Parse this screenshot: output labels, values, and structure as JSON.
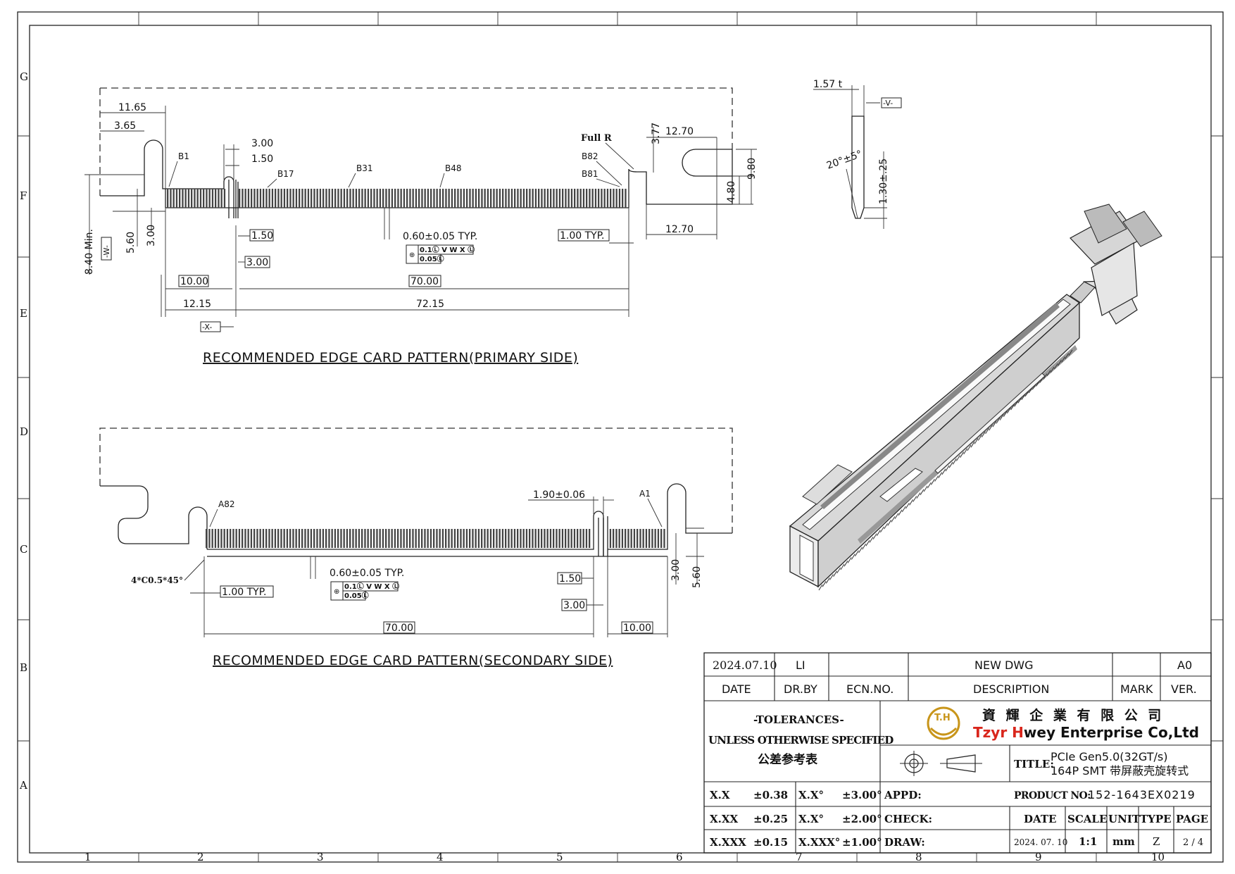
{
  "border": {
    "columns": [
      "1",
      "2",
      "3",
      "4",
      "5",
      "6",
      "7",
      "8",
      "9",
      "10"
    ],
    "rows": [
      "G",
      "F",
      "E",
      "D",
      "C",
      "B",
      "A"
    ]
  },
  "primary": {
    "title": "RECOMMENDED EDGE CARD PATTERN(PRIMARY SIDE)",
    "dims": {
      "d1165": "11.65",
      "d365": "3.65",
      "d300a": "3.00",
      "d150a": "1.50",
      "b1": "B1",
      "b17": "B17",
      "b31": "B31",
      "b48": "B48",
      "b82": "B82",
      "b81": "B81",
      "fullr": "Full  R",
      "d377": "3.77",
      "d1270a": "12.70",
      "d1270b": "12.70",
      "d480": "4.80",
      "d980": "9.80",
      "d840": "8.40  Min.",
      "datum_w": "-W-",
      "d560": "5.60",
      "d300b": "3.00",
      "d150b": "1.50",
      "d300c": "3.00",
      "pitch": "0.60±0.05  TYP.",
      "d100typ": "1.00  TYP.",
      "gtol1": "0.1Ⓛ V W X Ⓛ",
      "gtol2": "0.05Ⓛ",
      "d1000": "10.00",
      "d7000": "70.00",
      "d1215": "12.15",
      "d7215": "72.15",
      "datum_x": "-X-"
    }
  },
  "side": {
    "d157": "1.57  t",
    "datum_v": "-V-",
    "angle": "20°±5°",
    "d130": "1.30±.25"
  },
  "secondary": {
    "title": "RECOMMENDED EDGE CARD PATTERN(SECONDARY SIDE)",
    "dims": {
      "a82": "A82",
      "a1": "A1",
      "d190": "1.90±0.06",
      "chamfer": "4*C0.5*45°",
      "pitch": "0.60±0.05  TYP.",
      "d100typ": "1.00  TYP.",
      "d150": "1.50",
      "d300": "3.00",
      "d300v": "3.00",
      "d560v": "5.60",
      "d7000": "70.00",
      "d1000": "10.00",
      "gtol1": "0.1Ⓛ V W X Ⓛ",
      "gtol2": "0.05Ⓛ"
    }
  },
  "title_block": {
    "rev_date": "2024.07.10",
    "rev_by": "LI",
    "rev_desc": "NEW  DWG",
    "rev_ver": "A0",
    "h_date": "DATE",
    "h_drby": "DR.BY",
    "h_ecn": "ECN.NO.",
    "h_desc": "DESCRIPTION",
    "h_mark": "MARK",
    "h_ver": "VER.",
    "tol_title": "-TOLERANCES-",
    "tol_sub": "UNLESS OTHERWISE SPECIFIED",
    "tol_cn": "公差参考表",
    "company_cn": "資 輝 企 業 有 限 公 司",
    "company_en_a": "Tzyr ",
    "company_en_b": "H",
    "company_en_c": "wey Enterprise Co,Ltd",
    "logo_text": "T.H",
    "title_label": "TITLE:",
    "title_line1": "PCIe  Gen5.0(32GT/s)",
    "title_line2": "164P  SMT  带屏蔽壳旋转式",
    "appd": "APPD:",
    "check": "CHECK:",
    "draw": "DRAW:",
    "product_label": "PRODUCT NO:",
    "product_no": "152-1643EX0219",
    "col_date": "DATE",
    "col_scale": "SCALE",
    "col_unit": "UNIT",
    "col_type": "TYPE",
    "col_page": "PAGE",
    "v_date": "2024. 07. 10",
    "v_scale": "1:1",
    "v_unit": "mm",
    "v_type": "Z",
    "v_page": "2 / 4",
    "tol_rows": [
      {
        "a": "X.X",
        "b": "±0.38",
        "c": "X.X°",
        "d": "±3.00°"
      },
      {
        "a": "X.XX",
        "b": "±0.25",
        "c": "X.X°",
        "d": "±2.00°"
      },
      {
        "a": "X.XXX",
        "b": "±0.15",
        "c": "X.XXX°",
        "d": "±1.00°"
      }
    ]
  },
  "colors": {
    "ink": "#222222",
    "logo": "#c8951a",
    "brand_red": "#d9261c"
  }
}
